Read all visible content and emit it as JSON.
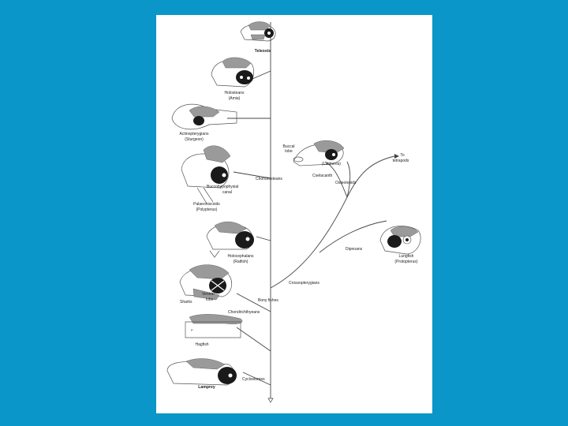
{
  "slide": {
    "background": "#0a96c8",
    "paper": "#ffffff"
  },
  "diagram": {
    "labels": {
      "teleosts": "Teleosts",
      "holosteans": "Holosteans",
      "holosteans_sub": "(Amia)",
      "actinopterygians": "Actinopterygians",
      "actinopterygians_sub": "(Sturgeon)",
      "chondrosteans": "Chondrosteans",
      "palaeoniscoids": "Palaeoniscoids",
      "palaeoniscoids_sub": "(Polypterus)",
      "buccohypophysial": "Buccohypophysial",
      "buccohypophysial_2": "canal",
      "buccal": "Buccal",
      "buccal_2": "lobe",
      "latimeria": "(Latimeria)",
      "coelacanth": "Coelacanth",
      "osteolepids": "Osteolepids",
      "to_tetrapods": "To",
      "to_tetrapods_2": "tetrapods",
      "dipnoans": "Dipnoans",
      "lungfish": "Lungfish",
      "lungfish_sub": "(Protopterus)",
      "holocephalans": "Holocephalans",
      "holocephalans_sub": "(Ratfish)",
      "crossopterygians": "Crossopterygians",
      "bony_fishes": "Bony fishes",
      "ventral": "Ventral",
      "ventral_2": "lobe",
      "sharks": "Sharks",
      "chondrichthyeans": "Chondrichthyeans",
      "hagfish": "Hagfish",
      "cyclostomes": "Cyclostomes",
      "lamprey": "Lamprey"
    }
  }
}
